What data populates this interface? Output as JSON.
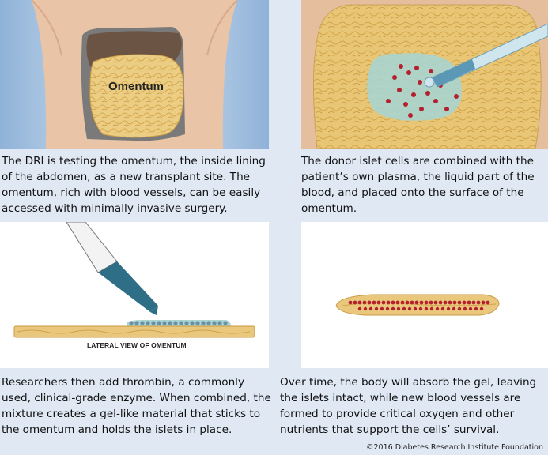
{
  "panel1": {
    "organ_label": "Omentum",
    "caption_lines": [
      "The DRI is testing the omentum, the inside lining",
      "of the abdomen, as a new transplant site. The",
      "omentum, rich with blood vessels, can be easily",
      "accessed with minimally invasive surgery."
    ]
  },
  "panel2": {
    "caption_lines": [
      "The donor islet cells are combined with the",
      "patient’s own plasma, the liquid part of the",
      "blood, and placed onto the surface of the",
      "omentum."
    ]
  },
  "panel3": {
    "view_label": "LATERAL VIEW OF OMENTUM",
    "caption_lines": [
      "Researchers then add thrombin, a commonly",
      "used, clinical-grade enzyme. When combined, the",
      "mixture creates a gel-like material that sticks to",
      "the omentum and holds the islets in place."
    ]
  },
  "panel4": {
    "caption_lines": [
      "Over time, the body will absorb the gel, leaving",
      "the islets intact, while new blood vessels are",
      "formed to provide critical oxygen and other",
      "nutrients that support the cells’ survival."
    ]
  },
  "copyright": "©2016 Diabetes Research Institute Foundation",
  "colors": {
    "background": "#dfe8f3",
    "skin": "#e8c3a4",
    "omentum": "#e8c878",
    "islet": "#b3202e",
    "gel": "#a9d4cf",
    "pipette": "#2e6e86"
  }
}
